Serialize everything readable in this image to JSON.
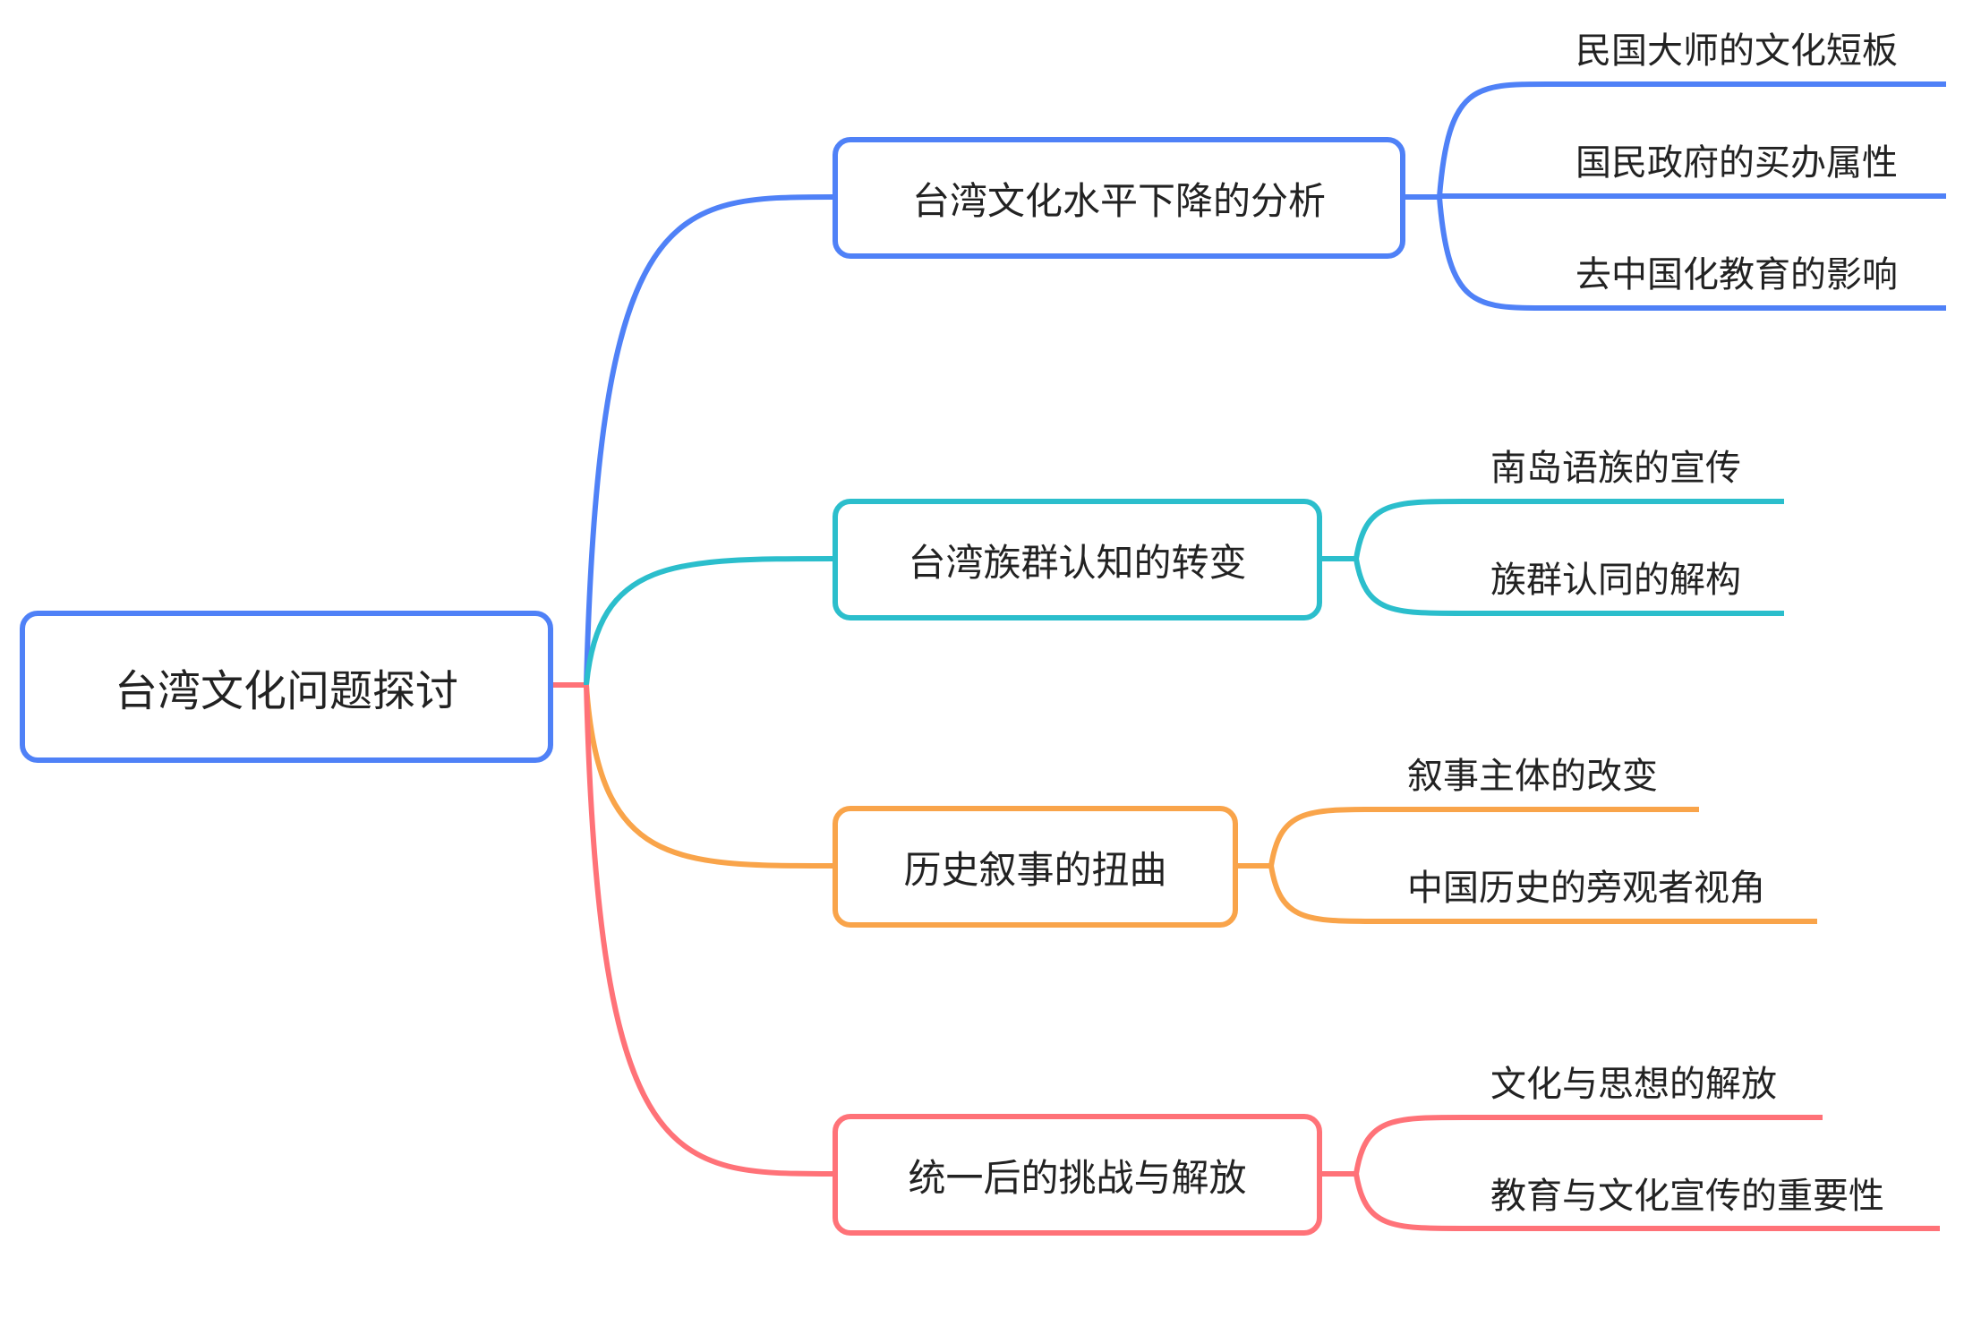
{
  "root": {
    "label": "台湾文化问题探讨",
    "color": "#4F81F7"
  },
  "hub_color": "#FF7278",
  "branches": [
    {
      "label": "台湾文化水平下降的分析",
      "color": "#4F81F7",
      "children": [
        "民国大师的文化短板",
        "国民政府的买办属性",
        "去中国化教育的影响"
      ]
    },
    {
      "label": "台湾族群认知的转变",
      "color": "#2BBECC",
      "children": [
        "南岛语族的宣传",
        "族群认同的解构"
      ]
    },
    {
      "label": "历史叙事的扭曲",
      "color": "#F9A44A",
      "children": [
        "叙事主体的改变",
        "中国历史的旁观者视角"
      ]
    },
    {
      "label": "统一后的挑战与解放",
      "color": "#FF7278",
      "children": [
        "文化与思想的解放",
        "教育与文化宣传的重要性"
      ]
    }
  ]
}
